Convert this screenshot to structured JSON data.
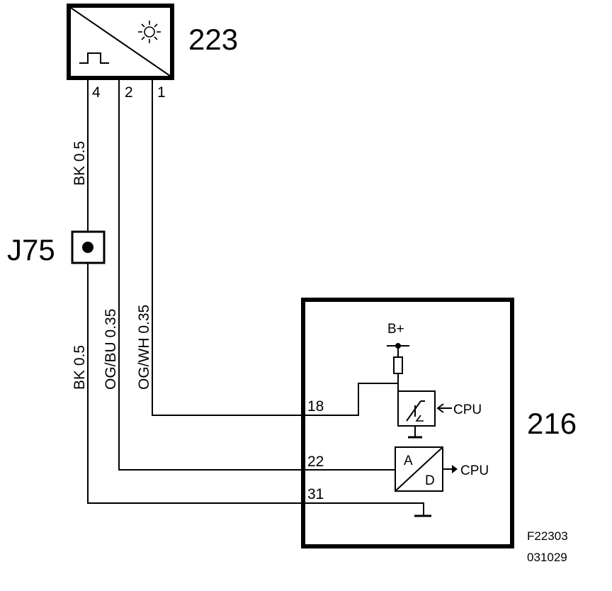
{
  "components": {
    "sensor": {
      "ref": "223",
      "pins": {
        "p4": "4",
        "p2": "2",
        "p1": "1"
      }
    },
    "junction": {
      "ref": "J75"
    },
    "control_module": {
      "ref": "216",
      "supply": "B+",
      "pins": {
        "p18": "18",
        "p22": "22",
        "p31": "31"
      },
      "cpu_out": "CPU",
      "cpu_in": "CPU",
      "converter_a": "A",
      "converter_d": "D"
    }
  },
  "wires": {
    "w4_top": "BK  0.5",
    "w4_bottom": "BK  0.5",
    "w2": "OG/BU 0.35",
    "w1": "OG/WH 0.35"
  },
  "figure": {
    "id": "F22303",
    "date": "031029"
  }
}
